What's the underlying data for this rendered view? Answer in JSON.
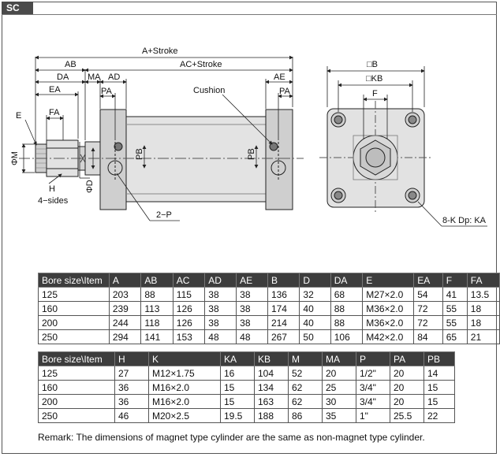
{
  "tag": "SC",
  "drawing": {
    "labels": {
      "a_stroke": "A+Stroke",
      "ac_stroke": "AC+Stroke",
      "ab": "AB",
      "da": "DA",
      "ma": "MA",
      "ad": "AD",
      "ae": "AE",
      "ea": "EA",
      "pa_left": "PA",
      "pa_right": "PA",
      "e": "E",
      "fa": "FA",
      "phi_m": "ΦM",
      "phi_d": "ΦD",
      "h": "H",
      "four_sides": "4−sides",
      "cushion": "Cushion",
      "pb_left": "PB",
      "pb_right": "PB",
      "two_p": "2−P",
      "box_b": "□B",
      "box_kb": "□KB",
      "f": "F",
      "eight_k": "8-K Dp: KA"
    }
  },
  "table1": {
    "headers": [
      "Bore size\\Item",
      "A",
      "AB",
      "AC",
      "AD",
      "AE",
      "B",
      "D",
      "DA",
      "E",
      "EA",
      "F",
      "FA"
    ],
    "rows": [
      [
        "125",
        "203",
        "88",
        "115",
        "38",
        "38",
        "136",
        "32",
        "68",
        "M27×2.0",
        "54",
        "41",
        "13.5"
      ],
      [
        "160",
        "239",
        "113",
        "126",
        "38",
        "38",
        "174",
        "40",
        "88",
        "M36×2.0",
        "72",
        "55",
        "18"
      ],
      [
        "200",
        "244",
        "118",
        "126",
        "38",
        "38",
        "214",
        "40",
        "88",
        "M36×2.0",
        "72",
        "55",
        "18"
      ],
      [
        "250",
        "294",
        "141",
        "153",
        "48",
        "48",
        "267",
        "50",
        "106",
        "M42×2.0",
        "84",
        "65",
        "21"
      ]
    ]
  },
  "table2": {
    "headers": [
      "Bore size\\Item",
      "H",
      "K",
      "KA",
      "KB",
      "M",
      "MA",
      "P",
      "PA",
      "PB"
    ],
    "rows": [
      [
        "125",
        "27",
        "M12×1.75",
        "16",
        "104",
        "52",
        "20",
        "1/2\"",
        "20",
        "14"
      ],
      [
        "160",
        "36",
        "M16×2.0",
        "15",
        "134",
        "62",
        "25",
        "3/4\"",
        "20",
        "15"
      ],
      [
        "200",
        "36",
        "M16×2.0",
        "15",
        "163",
        "62",
        "30",
        "3/4\"",
        "20",
        "15"
      ],
      [
        "250",
        "46",
        "M20×2.5",
        "19.5",
        "188",
        "86",
        "35",
        "1\"",
        "25.5",
        "22"
      ]
    ]
  },
  "remark": "Remark: The dimensions of magnet type cylinder are the same as non-magnet type cylinder."
}
